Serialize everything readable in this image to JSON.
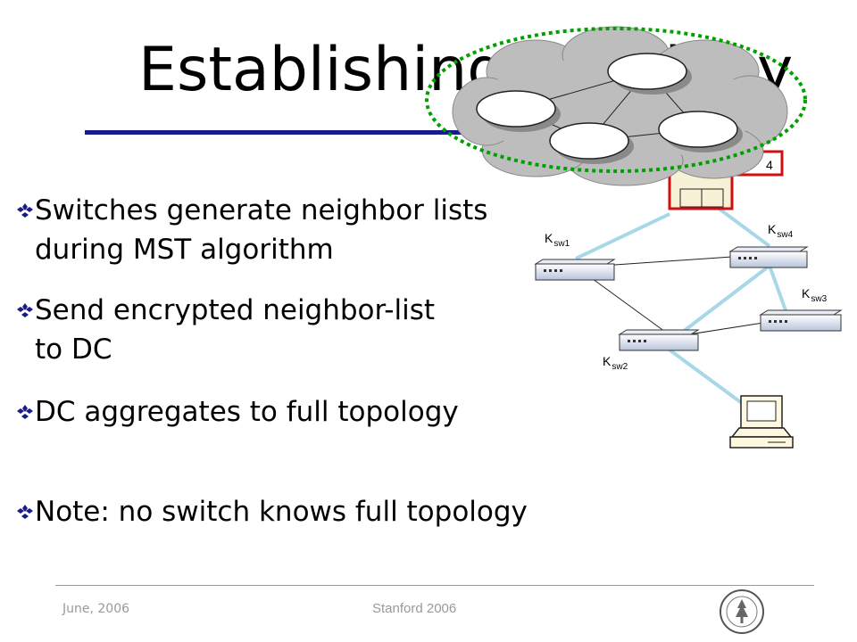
{
  "slide": {
    "title": "Establishing Topology",
    "bullets": [
      {
        "line1": "Switches generate neighbor lists",
        "line2": "during MST algorithm"
      },
      {
        "line1": "Send encrypted neighbor-list",
        "line2": "to DC"
      },
      {
        "line1": "DC aggregates to full topology",
        "line2": ""
      },
      {
        "line1": "Note: no switch knows full topology",
        "line2": ""
      }
    ]
  },
  "diagram": {
    "switch_labels": [
      {
        "main": "K",
        "sub": "sw1"
      },
      {
        "main": "K",
        "sub": "sw2"
      },
      {
        "main": "K",
        "sub": "sw3"
      },
      {
        "main": "K",
        "sub": "sw4"
      }
    ],
    "dc_label_fragment": "4"
  },
  "footer": {
    "date": "June, 2006",
    "center": "Stanford 2006"
  },
  "colors": {
    "title_rule": "#1a1a8c",
    "bullet_diamond": "#1a1a8c",
    "cloud_fill": "#bdbdbd",
    "cloud_outline": "#00a000",
    "link_blue": "#a8d8e8",
    "dc_red": "#d01010"
  }
}
